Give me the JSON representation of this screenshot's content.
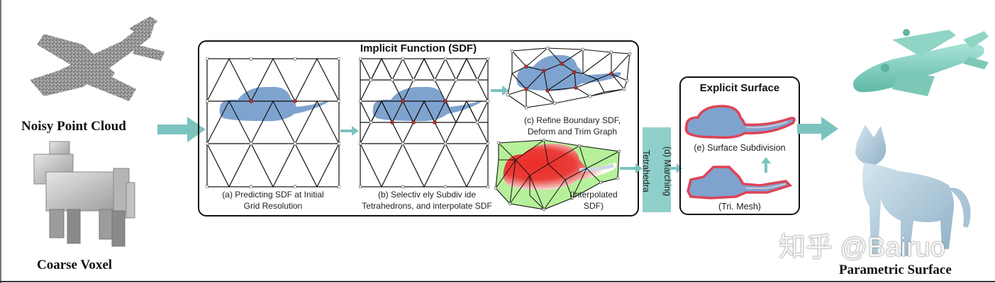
{
  "inputs": {
    "top_label": "Noisy Point Cloud",
    "bottom_label": "Coarse Voxel"
  },
  "implicit": {
    "title": "Implicit Function (SDF)",
    "caption_a_1": "(a) Predicting SDF at Initial",
    "caption_a_2": "Grid Resolution",
    "caption_b_1": "(b) Selectiv ely Subdiv ide",
    "caption_b_2": "Tetrahedrons, and interpolate SDF",
    "caption_c_1": "(c) Refine Boundary SDF,",
    "caption_c_2": "Deform and Trim Graph",
    "caption_interp_1": "(Interpolated",
    "caption_interp_2": "SDF)"
  },
  "marching": {
    "line1": "(d) Marching",
    "line2": "Tetrahedra"
  },
  "explicit": {
    "title": "Explicit Surface",
    "caption_e": "(e) Surface Subdivision",
    "caption_tri": "(Tri. Mesh)"
  },
  "output": {
    "label": "Parametric Surface"
  },
  "watermark": "知乎 @Bairuo",
  "colors": {
    "teal_arrow": "#7cc3c0",
    "marching_fill": "#8fcfc9",
    "sdf_blue": "#7fa3cf",
    "mesh_red": "#dd4455",
    "interp_green": "#b7f09a",
    "interp_red": "#ee2222"
  }
}
